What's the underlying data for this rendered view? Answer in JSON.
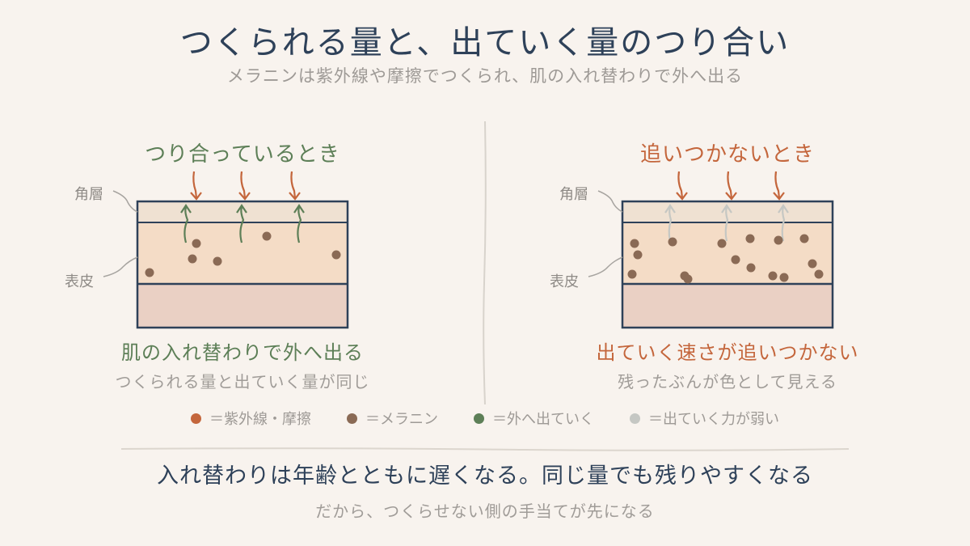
{
  "title": "つくられる量と、出ていく量のつり合い",
  "subtitle": "メラニンは紫外線や摩擦でつくられ、肌の入れ替わりで外へ出る",
  "left_panel": {
    "heading": "つり合っているとき",
    "layer_top": "角層",
    "layer_mid": "表皮",
    "caption": "肌の入れ替わりで外へ出る",
    "caption_sub": "つくられる量と出ていく量が同じ"
  },
  "right_panel": {
    "heading": "追いつかないとき",
    "layer_top": "角層",
    "layer_mid": "表皮",
    "caption": "出ていく速さが追いつかない",
    "caption_sub": "残ったぶんが色として見える"
  },
  "legend": [
    {
      "color": "#c4663c",
      "label": "＝紫外線・摩擦"
    },
    {
      "color": "#8a6a55",
      "label": "＝メラニン"
    },
    {
      "color": "#5d7f57",
      "label": "＝外へ出ていく"
    },
    {
      "color": "#c5c7c3",
      "label": "＝出ていく力が弱い"
    }
  ],
  "conclusion": "入れ替わりは年齢とともに遅くなる。同じ量でも残りやすくなる",
  "conclusion_sub": "だから、つくらせない側の手当てが先になる",
  "colors": {
    "uv": "#c4663c",
    "melanin": "#8a6a55",
    "out_strong": "#5d7f57",
    "out_weak": "#c5c7c3",
    "stratum": "#efe1d2",
    "epidermis": "#f4dcc6",
    "dermis": "#ead0c4",
    "outline": "#2e4159"
  }
}
